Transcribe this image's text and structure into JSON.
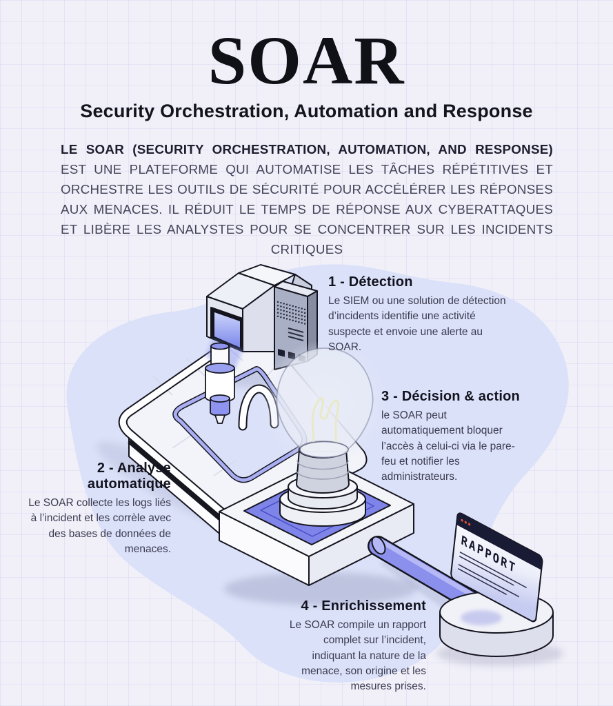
{
  "header": {
    "title": "SOAR",
    "subtitle": "Security Orchestration, Automation and Response"
  },
  "intro": {
    "lead": "LE SOAR (SECURITY ORCHESTRATION, AUTOMATION, AND RESPONSE)",
    "rest": " EST UNE PLATEFORME QUI AUTOMATISE LES TÂCHES RÉPÉTITIVES ET ORCHESTRE LES OUTILS DE SÉCURITÉ POUR ACCÉLÉRER LES RÉPONSES AUX MENACES. IL RÉDUIT LE TEMPS DE RÉPONSE AUX CYBERATTAQUES ET LIBÈRE LES ANALYSTES POUR SE CONCENTRER SUR LES INCIDENTS CRITIQUES"
  },
  "steps": [
    {
      "title": "1 - Détection",
      "body": "Le SIEM ou une solution de détection d’incidents identifie une activité suspecte et envoie une alerte au SOAR."
    },
    {
      "title": "2 - Analyse automatique",
      "body": "Le SOAR collecte les logs liés à l’incident et les corrèle avec des bases de données de menaces."
    },
    {
      "title": "3 - Décision & action",
      "body": "le SOAR peut automatiquement bloquer l’accès à celui-ci via le pare-feu et notifier les administrateurs."
    },
    {
      "title": "4 - Enrichissement",
      "body": "Le SOAR compile un rapport complet sur l’incident, indiquant la nature de la menace, son origine et les mesures prises."
    }
  ],
  "illustration": {
    "report_label": "RAPPORT"
  },
  "colors": {
    "background": "#f1f0f9",
    "grid_line": "#e3e1f2",
    "blob": "#dbe1f8",
    "accent_purple": "#8187ea",
    "belt_stripe_purple": "#a9aff2",
    "filament_yellow": "#ece24e",
    "report_header_navy": "#191a33",
    "report_dot_red": "#e0543e",
    "ink": "#15151f"
  }
}
